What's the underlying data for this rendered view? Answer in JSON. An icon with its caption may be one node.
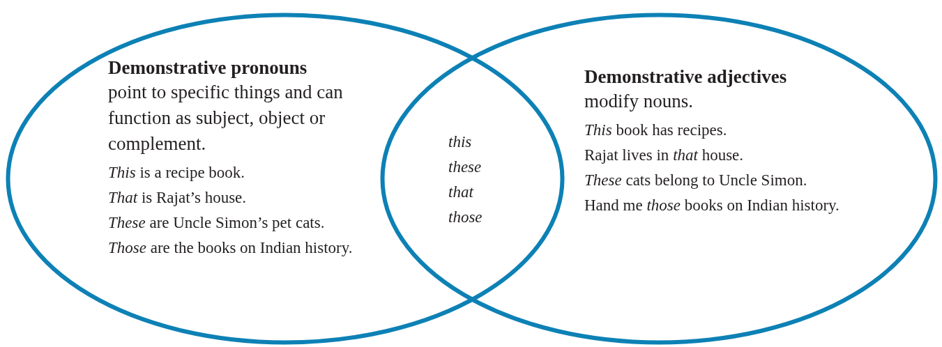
{
  "diagram": {
    "nodes": [
      {
        "text": [
          "Demonstrative pronouns",
          "point to specific things and can function as subject, object or complement.",
          "*This* is a recipe book.",
          "*That* is Rajat’s house.",
          "*These* are Uncle Simon’s pet cats.",
          "*Those* are the books on Indian history."
        ]
      },
      {
        "text": [
          "Demonstrative adjectives",
          "modify nouns.",
          "*This* book has recipes.",
          "Rajat lives in *that* house.",
          "*These* cats belong to Uncle Simon.",
          "Hand me *those* books on Indian history."
        ]
      }
    ],
    "labels": [
      "this",
      "these",
      "that",
      "those"
    ]
  }
}
